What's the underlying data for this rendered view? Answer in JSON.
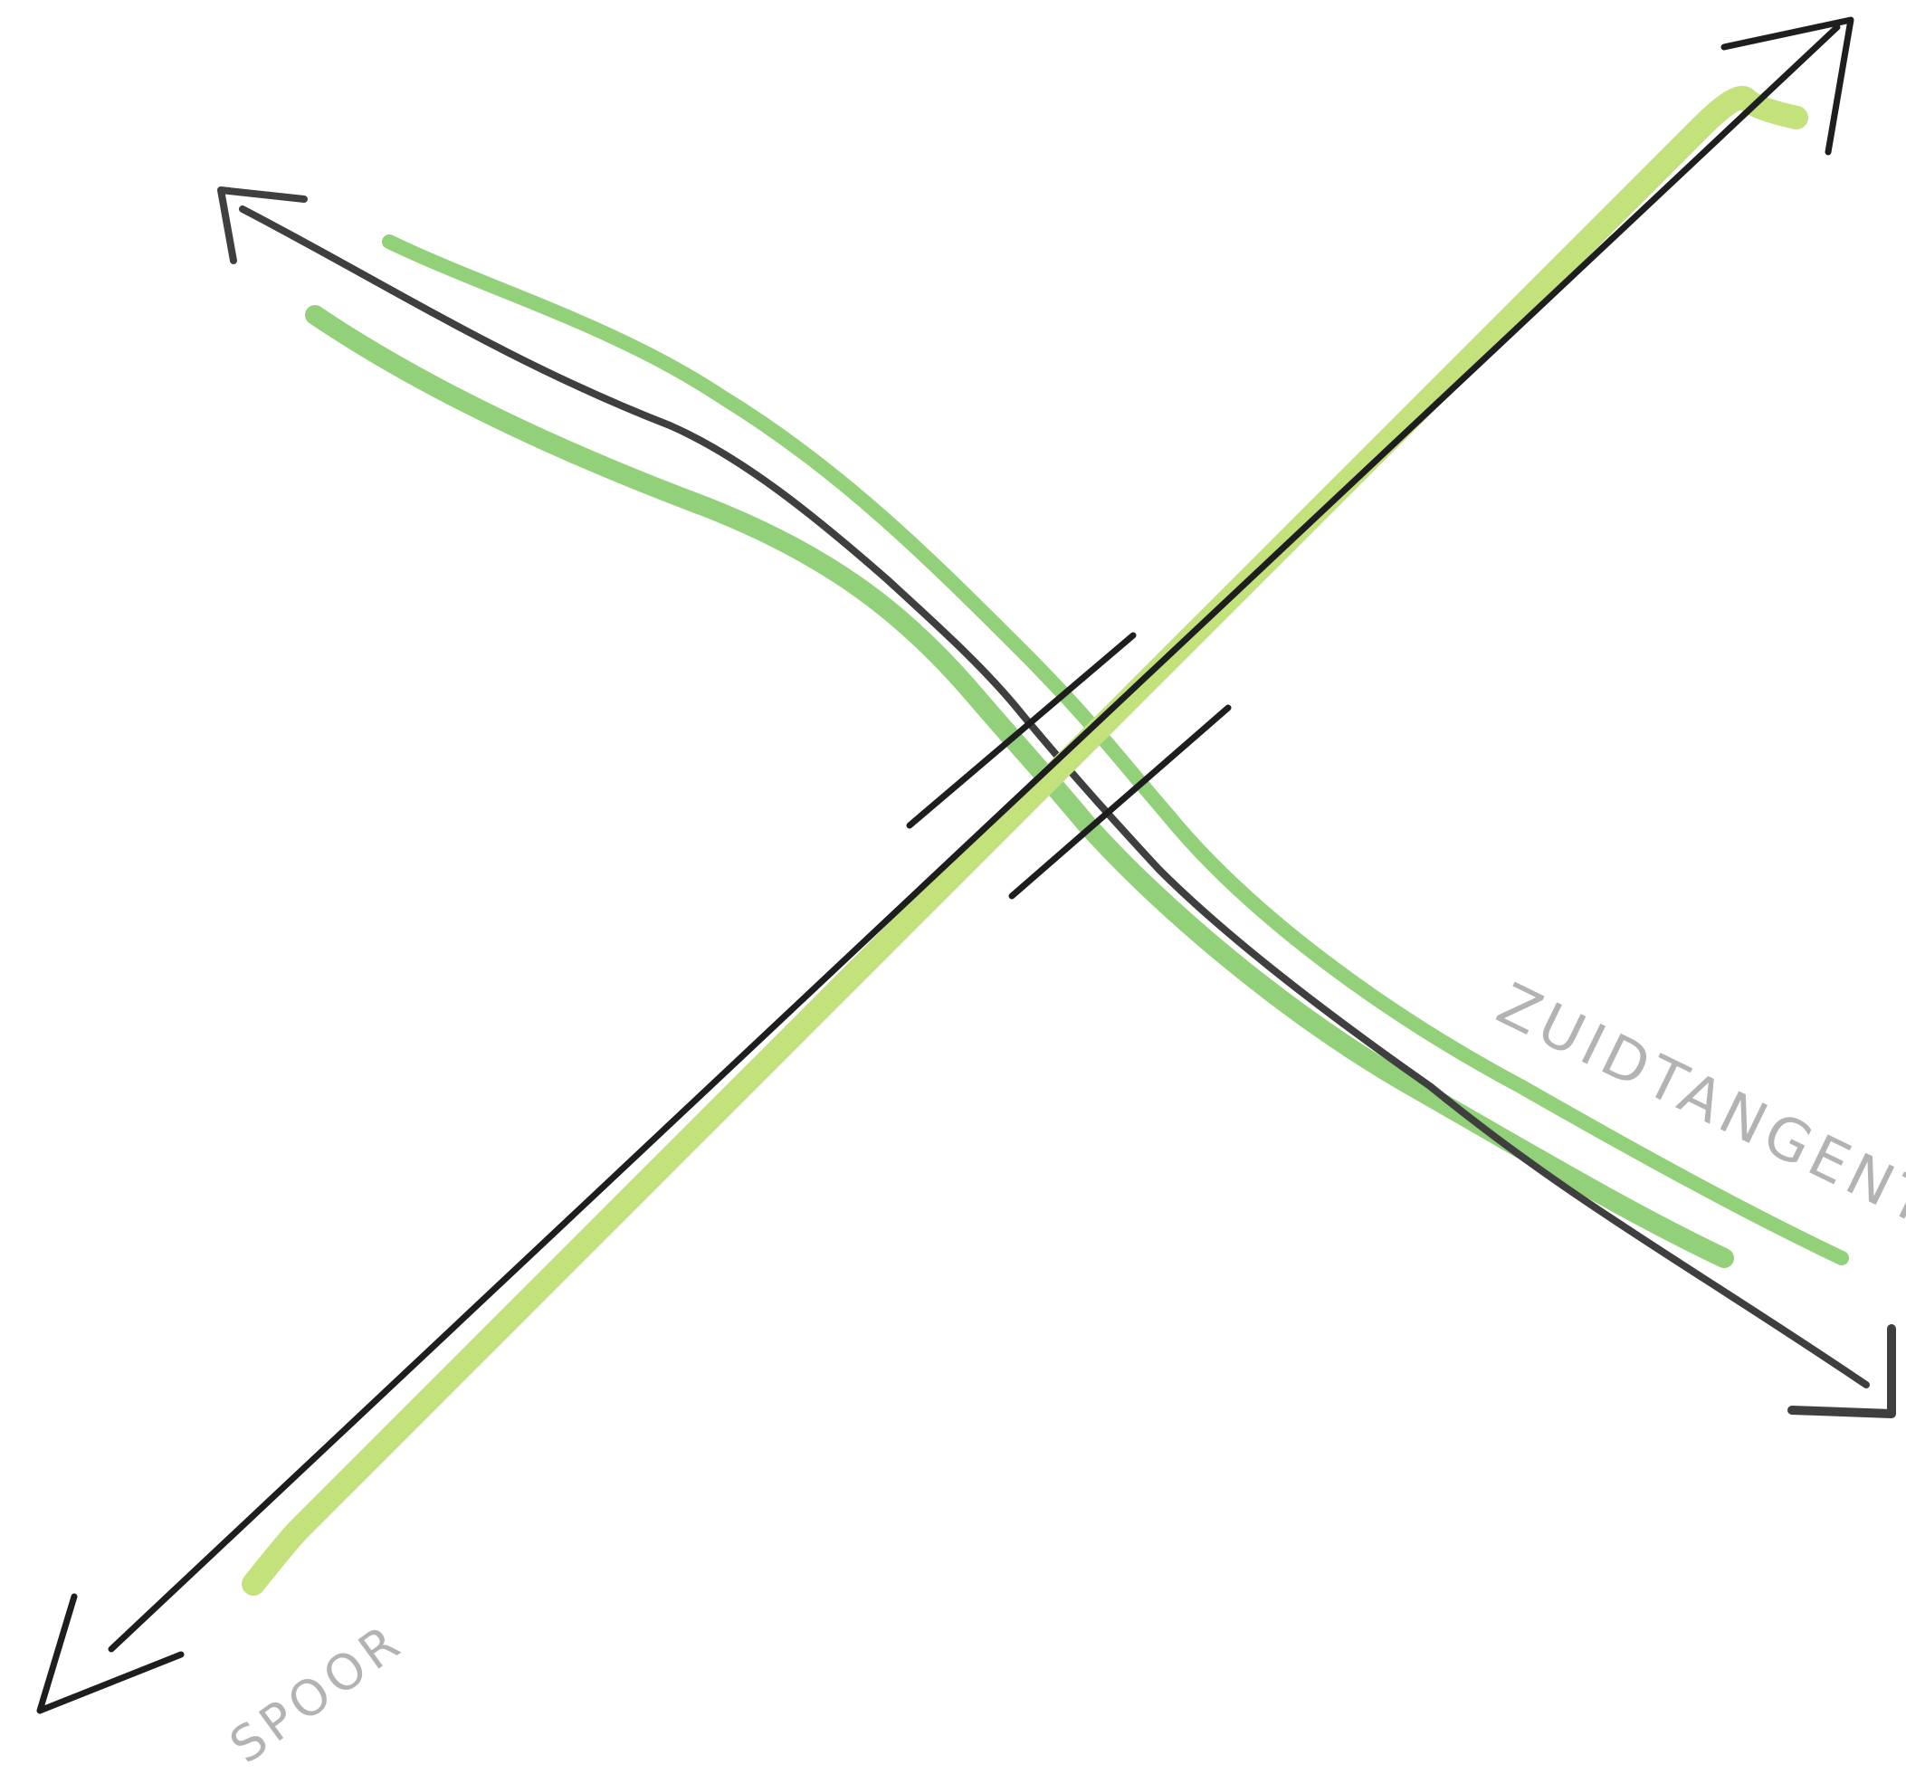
{
  "diagram": {
    "labels": {
      "rail": "SPOOR",
      "road": "ZUIDTANGENT"
    },
    "colors": {
      "background": "#ffffff",
      "road_outline": "#1e1e1e",
      "road_centerline": "#3f3f3f",
      "verge_green": "#93d07a",
      "rail_green": "#c4e27c",
      "label_gray": "#b3b3b3"
    },
    "elements": {
      "rail_line": "diagonal track running bottom-left to top-right",
      "road_line": "road running top-left to bottom-right, passing under the rail",
      "crossing": "rail bridge over road"
    },
    "icons": [
      "arrow-head-icon"
    ]
  }
}
